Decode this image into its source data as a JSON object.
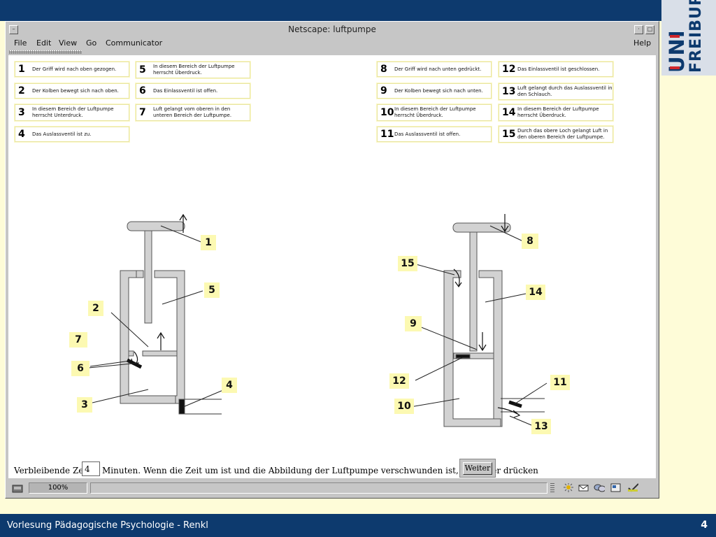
{
  "slide": {
    "logo_line1": "UNI",
    "logo_line2": "FREIBURG",
    "footer": "Vorlesung Pädagogische Psychologie - Renkl",
    "page_number": "4",
    "brand_color": "#0d3a6e",
    "accent_color": "#d0262b"
  },
  "browser": {
    "title": "Netscape: luftpumpe",
    "menu": [
      "File",
      "Edit",
      "View",
      "Go",
      "Communicator",
      "Help"
    ],
    "status_zoom": "100%",
    "status_icons": [
      "security-icon",
      "sun-icon",
      "mail-icon",
      "chat-icon",
      "composer-icon",
      "bookmark-check-icon"
    ]
  },
  "legend_left": [
    {
      "num": "1",
      "text": "Der Griff wird nach oben gezogen."
    },
    {
      "num": "2",
      "text": "Der Kolben bewegt sich nach oben."
    },
    {
      "num": "3",
      "text": "In diesem Bereich der Luftpumpe herrscht Unterdruck."
    },
    {
      "num": "4",
      "text": "Das Auslassventil ist zu."
    },
    {
      "num": "5",
      "text": "In diesem Bereich der Luftpumpe herrscht Überdruck."
    },
    {
      "num": "6",
      "text": "Das Einlassventil ist offen."
    },
    {
      "num": "7",
      "text": "Luft gelangt vom oberen in den unteren Bereich der Luftpumpe."
    }
  ],
  "legend_right": [
    {
      "num": "8",
      "text": "Der Griff wird nach unten gedrückt."
    },
    {
      "num": "9",
      "text": "Der Kolben bewegt sich nach unten."
    },
    {
      "num": "10",
      "text": "In diesem Bereich der Luftpumpe herrscht Überdruck."
    },
    {
      "num": "11",
      "text": "Das Auslassventil ist offen."
    },
    {
      "num": "12",
      "text": "Das Einlassventil ist geschlossen."
    },
    {
      "num": "13",
      "text": "Luft gelangt durch das Auslassventil in den Schlauch."
    },
    {
      "num": "14",
      "text": "In diesem Bereich der Luftpumpe herrscht Überdruck."
    },
    {
      "num": "15",
      "text": "Durch das obere Loch gelangt Luft in den oberen Bereich der Luftpumpe."
    }
  ],
  "diagram_labels": [
    "1",
    "2",
    "3",
    "4",
    "5",
    "6",
    "7",
    "8",
    "9",
    "10",
    "11",
    "12",
    "13",
    "14",
    "15"
  ],
  "form": {
    "label_before": "Verbleibende Zeit:",
    "time_value": "4",
    "label_after": "Minuten. Wenn die Zeit um ist und die Abbildung der Luftpumpe verschwunden ist, bitte hier drücken",
    "button": "Weiter"
  }
}
